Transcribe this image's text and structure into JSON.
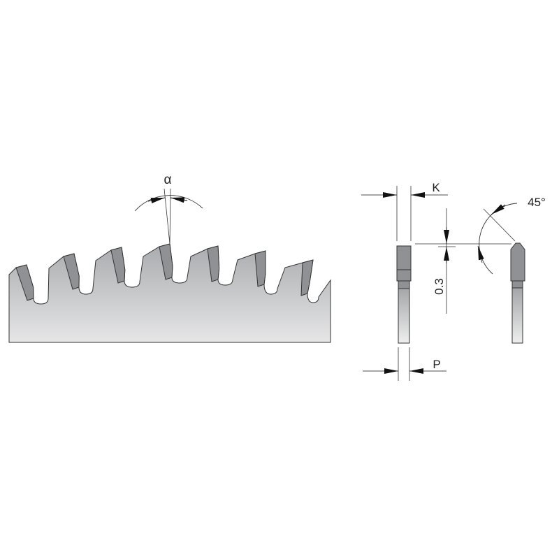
{
  "diagram": {
    "profile_view": {
      "angle_label": "α",
      "tooth_count": 7
    },
    "section_view": {
      "kerf_label": "K",
      "plate_label": "P",
      "offset_label": "0.3",
      "chamfer_label": "45°"
    },
    "colors": {
      "blade_top": "#a9abae",
      "blade_bottom": "#e6e6e7",
      "carbide": "#8f9194",
      "outline": "#333333"
    }
  }
}
